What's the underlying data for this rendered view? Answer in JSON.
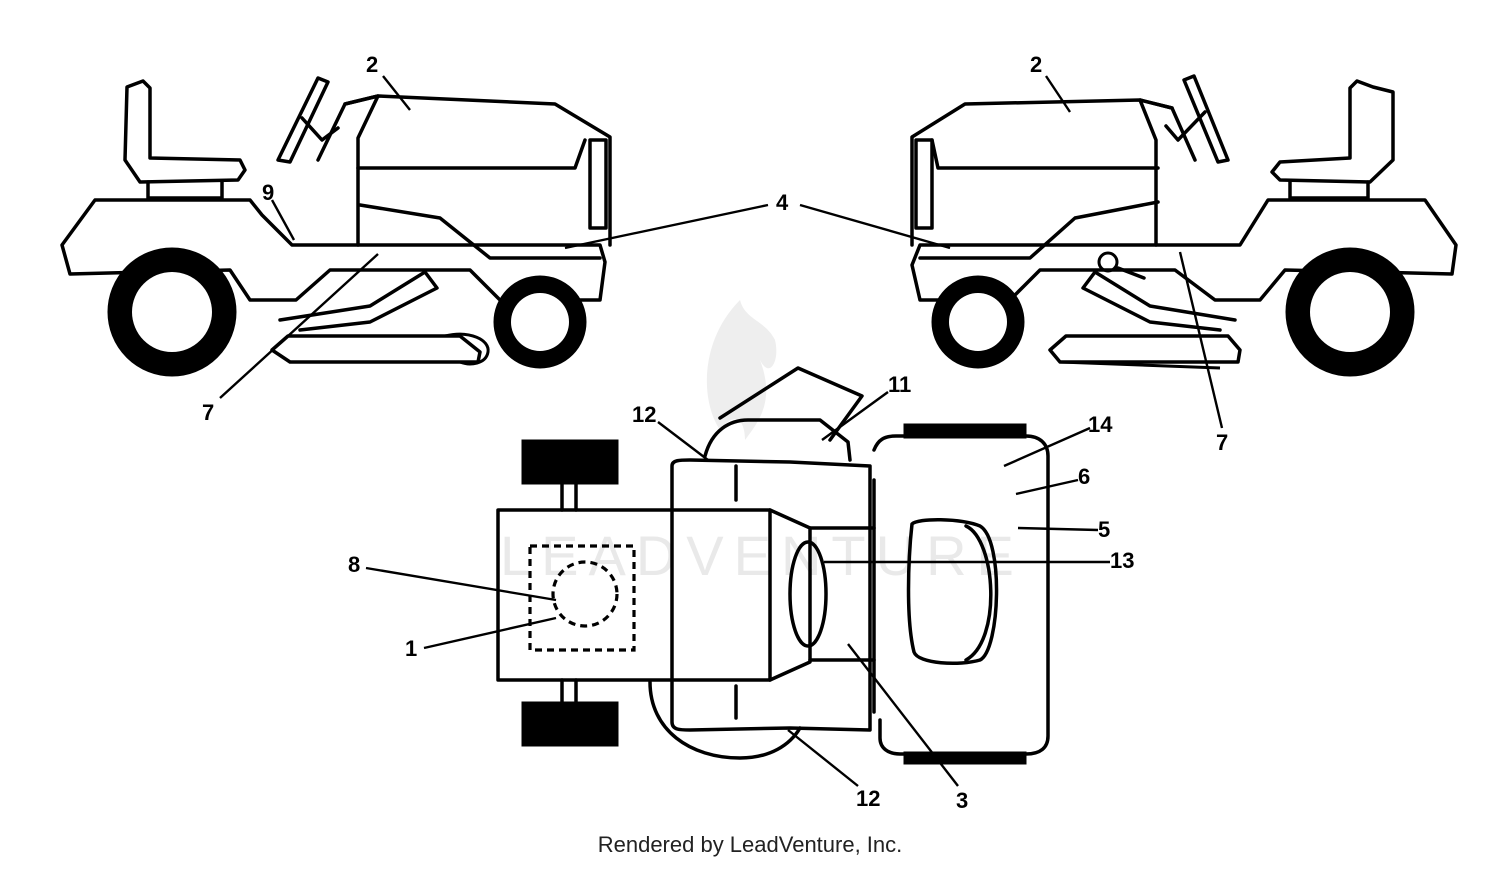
{
  "diagram": {
    "footer": "Rendered by LeadVenture, Inc.",
    "watermark": "LEADVENTURE",
    "callouts": {
      "left_view": {
        "c2": "2",
        "c9": "9",
        "c4": "4",
        "c7": "7"
      },
      "right_view": {
        "c2": "2",
        "c7": "7"
      },
      "top_view": {
        "c11": "11",
        "c12a": "12",
        "c14": "14",
        "c6": "6",
        "c5": "5",
        "c13": "13",
        "c8": "8",
        "c1": "1",
        "c12b": "12",
        "c3": "3"
      }
    }
  }
}
